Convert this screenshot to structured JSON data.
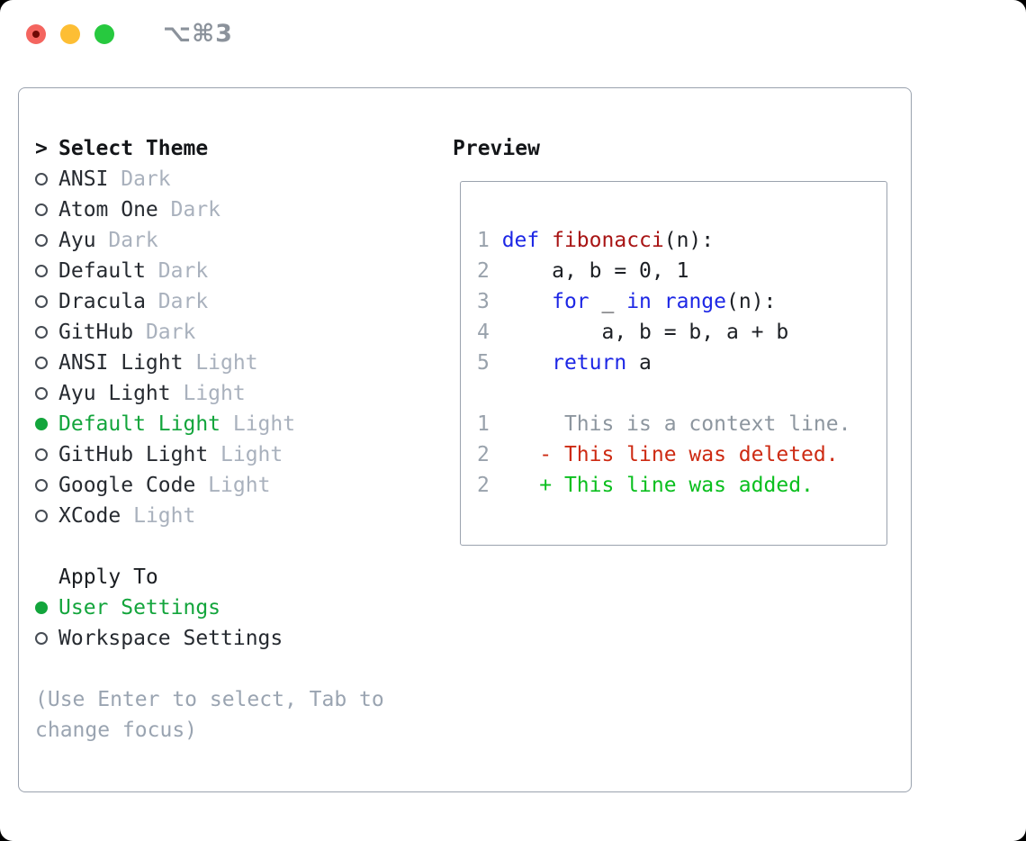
{
  "window": {
    "title": "⌥⌘3",
    "traffic_lights": [
      "close",
      "minimize",
      "zoom"
    ]
  },
  "colors": {
    "selection_green": "#13a53c",
    "diff_added_green": "#0abf1e",
    "diff_deleted_red": "#cd2a12",
    "keyword_blue": "#1d27e5",
    "function_red": "#a81414",
    "muted_gray": "#a9b1bd",
    "border_gray": "#9aa2ae"
  },
  "theme_list": {
    "cursor": ">",
    "header": "Select Theme",
    "items": [
      {
        "label": "ANSI",
        "tag": "Dark",
        "selected": false
      },
      {
        "label": "Atom One",
        "tag": "Dark",
        "selected": false
      },
      {
        "label": "Ayu",
        "tag": "Dark",
        "selected": false
      },
      {
        "label": "Default",
        "tag": "Dark",
        "selected": false
      },
      {
        "label": "Dracula",
        "tag": "Dark",
        "selected": false
      },
      {
        "label": "GitHub",
        "tag": "Dark",
        "selected": false
      },
      {
        "label": "ANSI Light",
        "tag": "Light",
        "selected": false
      },
      {
        "label": "Ayu Light",
        "tag": "Light",
        "selected": false
      },
      {
        "label": "Default Light",
        "tag": "Light",
        "selected": true
      },
      {
        "label": "GitHub Light",
        "tag": "Light",
        "selected": false
      },
      {
        "label": "Google Code",
        "tag": "Light",
        "selected": false
      },
      {
        "label": "XCode",
        "tag": "Light",
        "selected": false
      }
    ]
  },
  "apply_to": {
    "header": "Apply To",
    "options": [
      {
        "label": "User Settings",
        "selected": true
      },
      {
        "label": "Workspace Settings",
        "selected": false
      }
    ]
  },
  "hint": "(Use Enter to select, Tab to change focus)",
  "preview": {
    "header": "Preview",
    "lines": [
      [
        {
          "c": "num",
          "t": "1 "
        },
        {
          "c": "kw",
          "t": "def"
        },
        {
          "c": "pl",
          "t": " "
        },
        {
          "c": "fn",
          "t": "fibonacci"
        },
        {
          "c": "pl",
          "t": "(n):"
        }
      ],
      [
        {
          "c": "num",
          "t": "2 "
        },
        {
          "c": "pl",
          "t": "    a, b = 0, 1"
        }
      ],
      [
        {
          "c": "num",
          "t": "3 "
        },
        {
          "c": "pl",
          "t": "    "
        },
        {
          "c": "kw",
          "t": "for"
        },
        {
          "c": "pl",
          "t": " _ "
        },
        {
          "c": "kw",
          "t": "in"
        },
        {
          "c": "pl",
          "t": " "
        },
        {
          "c": "kw",
          "t": "range"
        },
        {
          "c": "pl",
          "t": "(n):"
        }
      ],
      [
        {
          "c": "num",
          "t": "4 "
        },
        {
          "c": "pl",
          "t": "        a, b = b, a + b"
        }
      ],
      [
        {
          "c": "num",
          "t": "5 "
        },
        {
          "c": "pl",
          "t": "    "
        },
        {
          "c": "kw",
          "t": "return"
        },
        {
          "c": "pl",
          "t": " a"
        }
      ],
      [],
      [
        {
          "c": "num",
          "t": "1 "
        },
        {
          "c": "ctx",
          "t": "     This is a context line."
        }
      ],
      [
        {
          "c": "num",
          "t": "2 "
        },
        {
          "c": "del",
          "t": "   - This line was deleted."
        }
      ],
      [
        {
          "c": "num",
          "t": "2 "
        },
        {
          "c": "add",
          "t": "   + This line was added."
        }
      ]
    ]
  }
}
